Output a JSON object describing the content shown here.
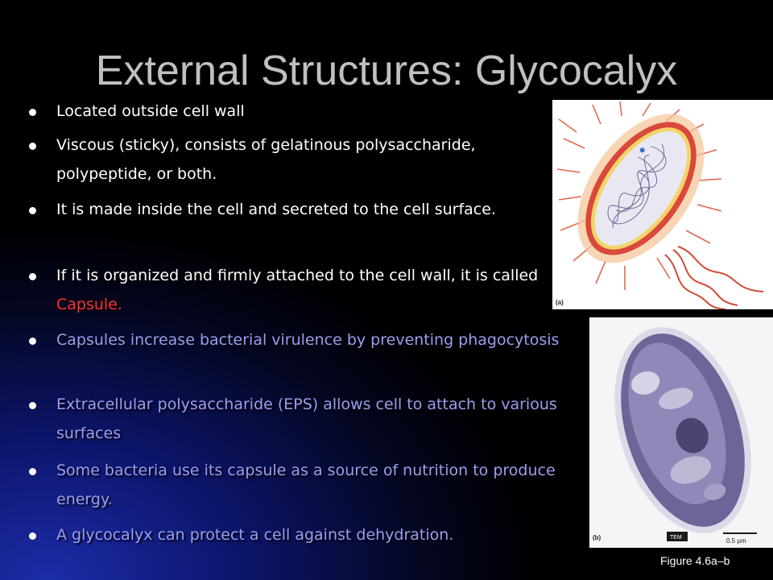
{
  "slide": {
    "title": "External Structures: Glycocalyx",
    "bullets": [
      {
        "text": "Located outside cell wall",
        "style": "white"
      },
      {
        "text": "Viscous (sticky), consists of gelatinous polysaccharide, polypeptide, or both.",
        "style": "white"
      },
      {
        "text": "It is made inside the cell and secreted to the cell surface.",
        "style": "white"
      },
      {
        "text_before": "If it is organized and firmly attached to the cell wall, it is called ",
        "highlight": "Capsule.",
        "style": "white"
      },
      {
        "text": "Capsules increase bacterial virulence by preventing phagocytosis",
        "style": "blue"
      },
      {
        "text": "Extracellular polysaccharide (EPS) allows cell to attach to various surfaces",
        "style": "blue"
      },
      {
        "text": "Some bacteria use its capsule as a source of nutrition to produce energy.",
        "style": "blue"
      },
      {
        "text": "A glycocalyx can protect a cell against dehydration.",
        "style": "blue"
      }
    ],
    "figure_a_label": "(a)",
    "figure_b_label": "(b)",
    "tem_label": "TEM",
    "scale_label": "0.5 μm",
    "caption": "Figure 4.6a–b"
  },
  "colors": {
    "title": "#c0c0c0",
    "bullet_white": "#ffffff",
    "bullet_blue": "#9d9df2",
    "highlight": "#ff3333",
    "background": "#000000",
    "background_glow": "#1c2ca8"
  }
}
